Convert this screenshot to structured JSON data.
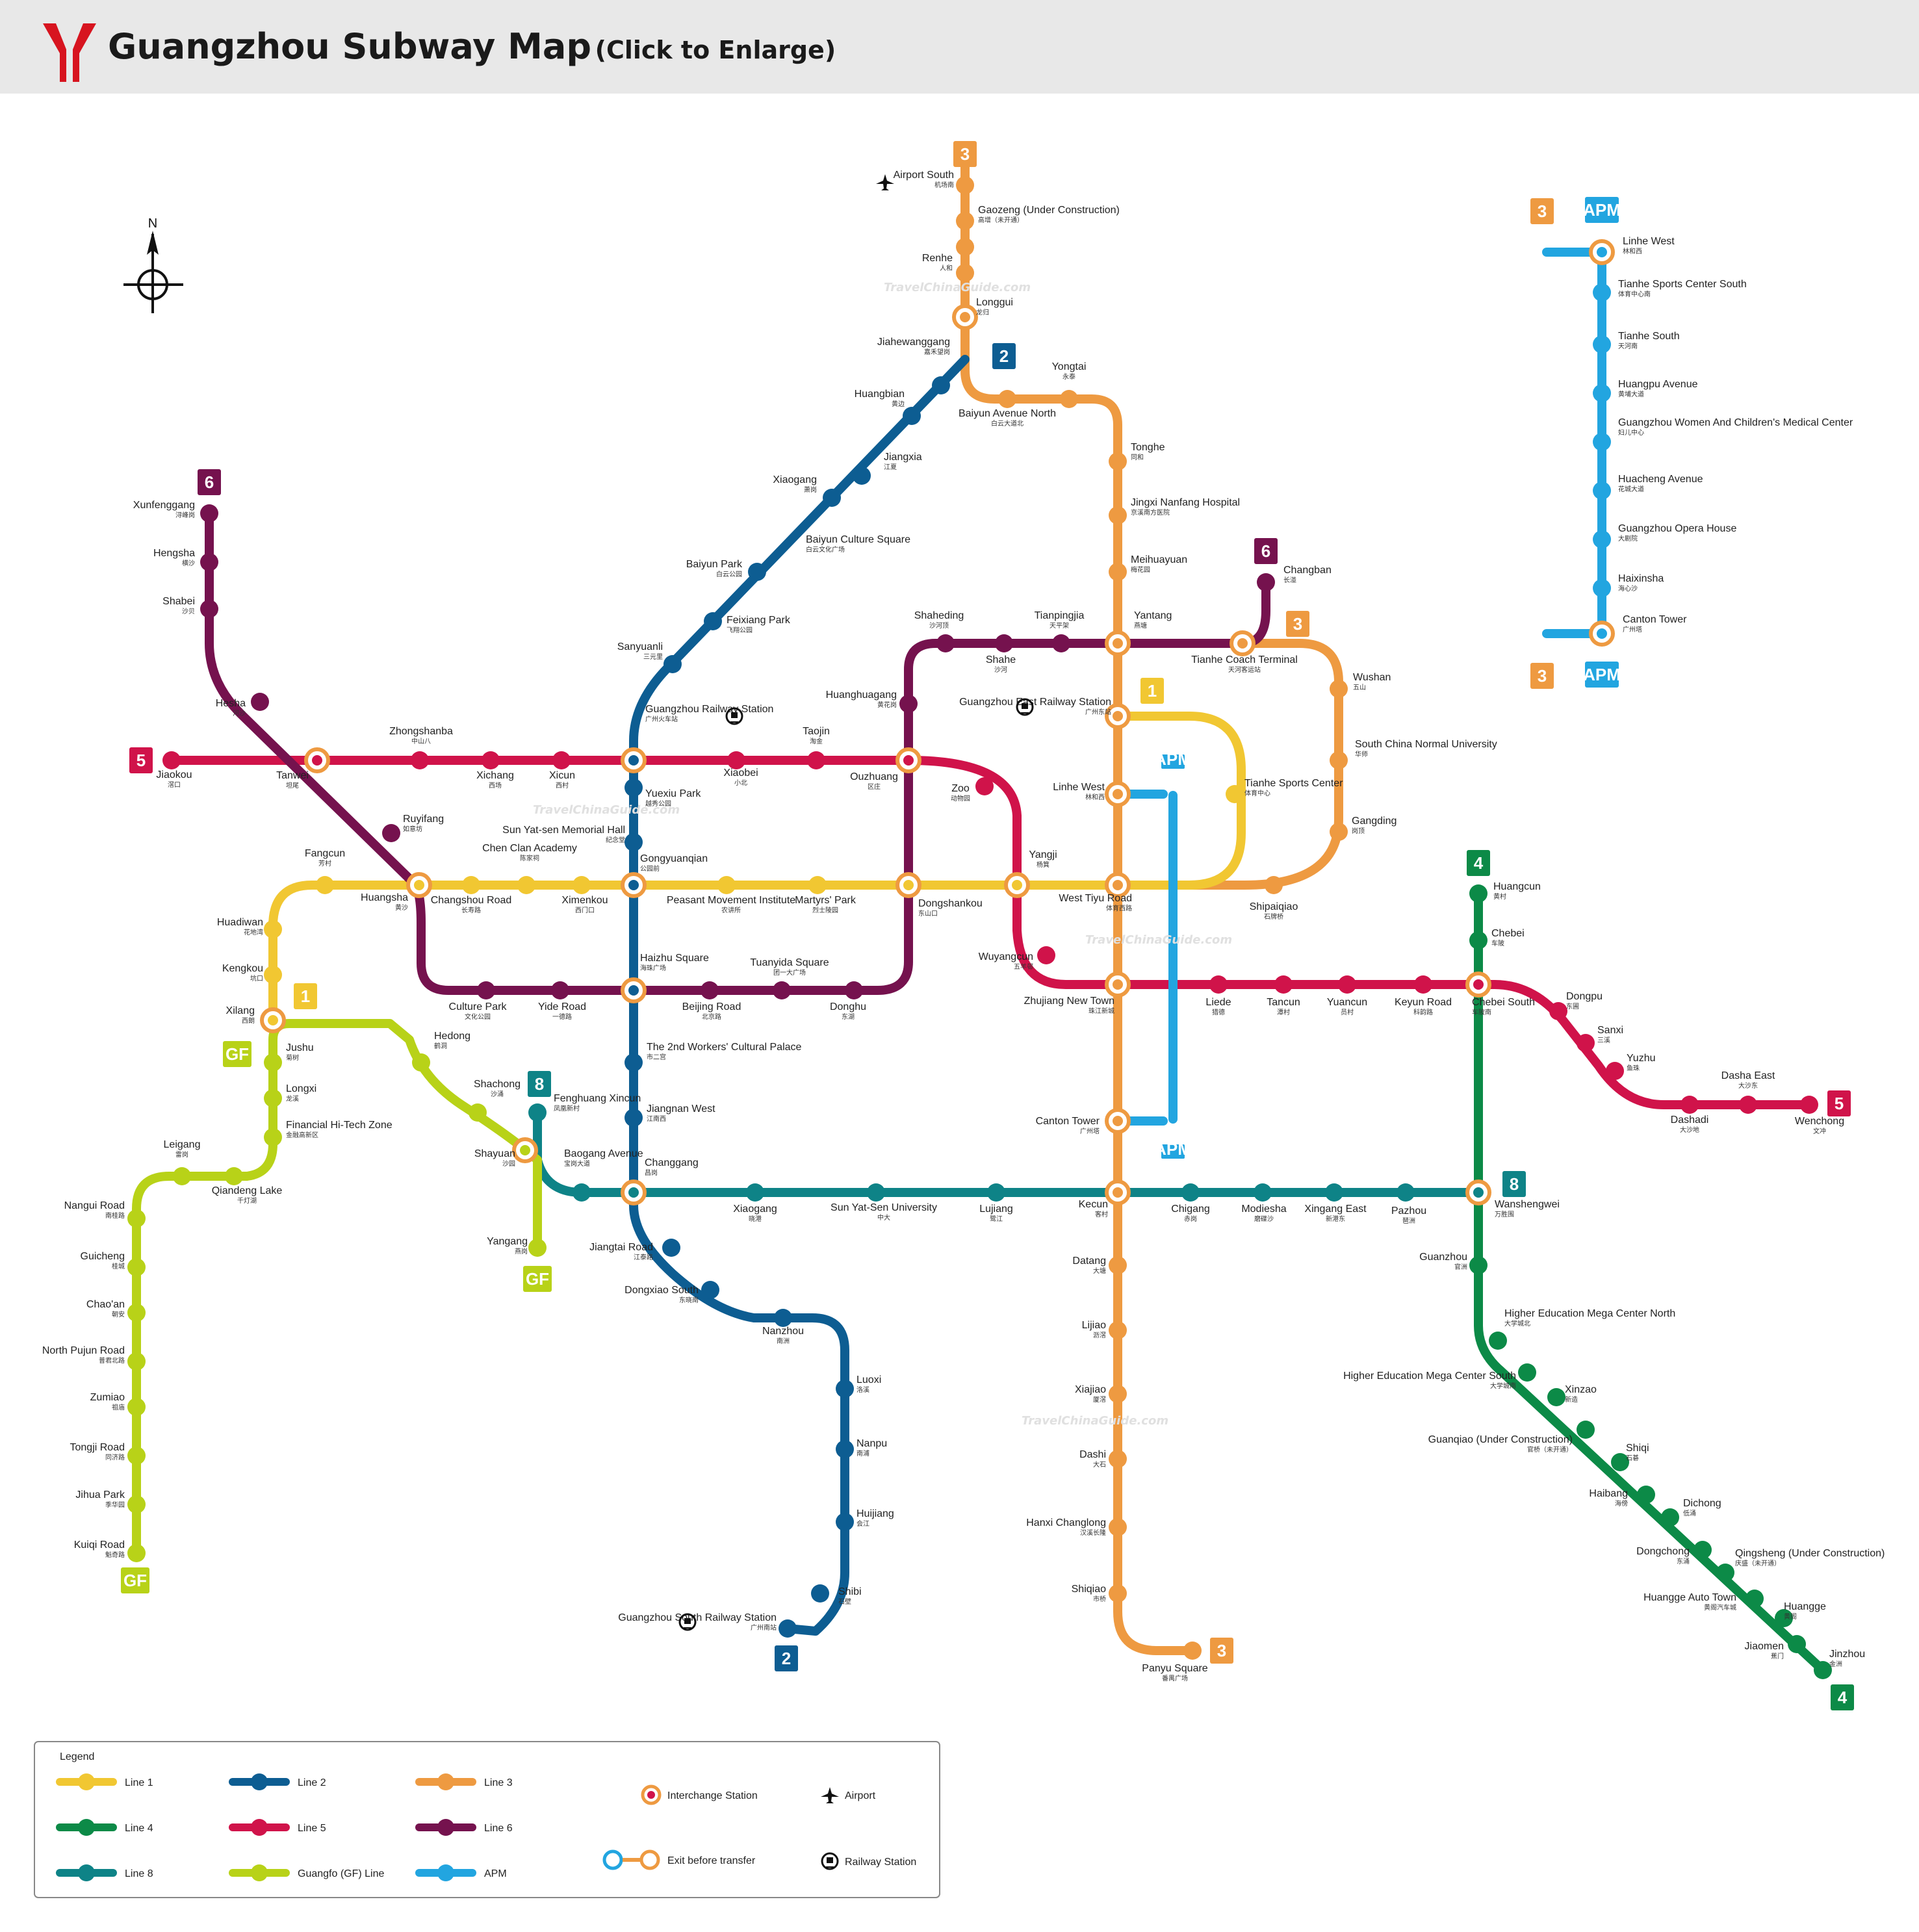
{
  "header": {
    "title": "Guangzhou Subway Map",
    "subtitle": "(Click to Enlarge)"
  },
  "colors": {
    "line1": "#f1c732",
    "line2": "#0d5d92",
    "line3": "#ee9a41",
    "line4": "#0c8a47",
    "line5": "#d0134a",
    "line6": "#75124e",
    "line8": "#0e8387",
    "gf": "#b8d218",
    "apm": "#22a5e0"
  },
  "compass": "N",
  "watermark": "TravelChinaGuide.com",
  "badges": {
    "l1": "1",
    "l2": "2",
    "l3": "3",
    "l4": "4",
    "l5": "5",
    "l6": "6",
    "l8": "8",
    "gf": "GF",
    "apm": "APM"
  },
  "stations": {
    "airport_south": [
      "Airport South",
      "机场南"
    ],
    "gaozeng": [
      "Gaozeng (Under Construction)",
      "高增（未开通）"
    ],
    "renhe": [
      "Renhe",
      "人和"
    ],
    "longgui": [
      "Longgui",
      "龙归"
    ],
    "jiahewanggang": [
      "Jiahewanggang",
      "嘉禾望岗"
    ],
    "huangbian": [
      "Huangbian",
      "黄边"
    ],
    "jiangxia": [
      "Jiangxia",
      "江夏"
    ],
    "xiaogang": [
      "Xiaogang",
      "萧岗"
    ],
    "baiyun_culture": [
      "Baiyun Culture Square",
      "白云文化广场"
    ],
    "baiyun_park": [
      "Baiyun Park",
      "白云公园"
    ],
    "feixiang": [
      "Feixiang Park",
      "飞翔公园"
    ],
    "sanyuanli": [
      "Sanyuanli",
      "三元里"
    ],
    "gz_railway": [
      "Guangzhou Railway Station",
      "广州火车站"
    ],
    "yuexiu_park": [
      "Yuexiu Park",
      "越秀公园"
    ],
    "sun_memorial": [
      "Sun Yat-sen Memorial Hall",
      "纪念堂"
    ],
    "gongyuanqian": [
      "Gongyuanqian",
      "公园前"
    ],
    "haizhu": [
      "Haizhu Square",
      "海珠广场"
    ],
    "workers": [
      "The 2nd Workers' Cultural Palace",
      "市二宫"
    ],
    "jiangnan_west": [
      "Jiangnan West",
      "江南西"
    ],
    "changgang": [
      "Changgang",
      "昌岗"
    ],
    "jiangtai": [
      "Jiangtai Road",
      "江泰路"
    ],
    "dongxiao_s": [
      "Dongxiao South",
      "东晓南"
    ],
    "nanzhou": [
      "Nanzhou",
      "南洲"
    ],
    "luoxi": [
      "Luoxi",
      "洛溪"
    ],
    "nanpu": [
      "Nanpu",
      "南浦"
    ],
    "huijiang": [
      "Huijiang",
      "会江"
    ],
    "shibi": [
      "Shibi",
      "石壁"
    ],
    "gz_south": [
      "Guangzhou South Railway Station",
      "广州南站"
    ],
    "baiyun_ave_n": [
      "Baiyun Avenue North",
      "白云大道北"
    ],
    "yongtai": [
      "Yongtai",
      "永泰"
    ],
    "tonghe": [
      "Tonghe",
      "同和"
    ],
    "jingxi": [
      "Jingxi Nanfang Hospital",
      "京溪南方医院"
    ],
    "meihuayuan": [
      "Meihuayuan",
      "梅花园"
    ],
    "yantang": [
      "Yantang",
      "燕塘"
    ],
    "gz_east": [
      "Guangzhou East Railway Station",
      "广州东站"
    ],
    "linhe_west": [
      "Linhe West",
      "林和西"
    ],
    "west_tiyu": [
      "West Tiyu Road",
      "体育西路"
    ],
    "zhujiang": [
      "Zhujiang New Town",
      "珠江新城"
    ],
    "canton_tower": [
      "Canton Tower",
      "广州塔"
    ],
    "kecun": [
      "Kecun",
      "客村"
    ],
    "datang": [
      "Datang",
      "大塘"
    ],
    "lijiao": [
      "Lijiao",
      "沥滘"
    ],
    "xiajiao": [
      "Xiajiao",
      "厦滘"
    ],
    "dashi": [
      "Dashi",
      "大石"
    ],
    "hanxi": [
      "Hanxi Changlong",
      "汉溪长隆"
    ],
    "shiqiao": [
      "Shiqiao",
      "市桥"
    ],
    "panyu": [
      "Panyu Square",
      "番禺广场"
    ],
    "tianhe_coach": [
      "Tianhe Coach Terminal",
      "天河客运站"
    ],
    "wushan": [
      "Wushan",
      "五山"
    ],
    "scnu": [
      "South China Normal University",
      "华师"
    ],
    "gangding": [
      "Gangding",
      "岗顶"
    ],
    "shipaiqiao": [
      "Shipaiqiao",
      "石牌桥"
    ],
    "tianhe_sports": [
      "Tianhe Sports Center",
      "体育中心"
    ],
    "xilang": [
      "Xilang",
      "西朗"
    ],
    "kengkou": [
      "Kengkou",
      "坑口"
    ],
    "huadiwan": [
      "Huadiwan",
      "花地湾"
    ],
    "fangcun": [
      "Fangcun",
      "芳村"
    ],
    "huangsha": [
      "Huangsha",
      "黄沙"
    ],
    "changshou": [
      "Changshou Road",
      "长寿路"
    ],
    "chenclan": [
      "Chen Clan Academy",
      "陈家祠"
    ],
    "ximenkou": [
      "Ximenkou",
      "西门口"
    ],
    "peasant": [
      "Peasant Movement Institute",
      "农讲所"
    ],
    "martyrs": [
      "Martyrs' Park",
      "烈士陵园"
    ],
    "dongshankou": [
      "Dongshankou",
      "东山口"
    ],
    "yangji": [
      "Yangji",
      "杨箕"
    ],
    "jiaokou": [
      "Jiaokou",
      "滘口"
    ],
    "tanwei": [
      "Tanwei",
      "坦尾"
    ],
    "zhongshanba": [
      "Zhongshanba",
      "中山八"
    ],
    "xichang": [
      "Xichang",
      "西场"
    ],
    "xicun": [
      "Xicun",
      "西村"
    ],
    "xiaobei": [
      "Xiaobei",
      "小北"
    ],
    "taojin": [
      "Taojin",
      "淘金"
    ],
    "ouzhuang": [
      "Ouzhuang",
      "区庄"
    ],
    "zoo": [
      "Zoo",
      "动物园"
    ],
    "wuyangcun": [
      "Wuyangcun",
      "五羊邨"
    ],
    "liede": [
      "Liede",
      "猎德"
    ],
    "tancun": [
      "Tancun",
      "潭村"
    ],
    "yuancun": [
      "Yuancun",
      "员村"
    ],
    "keyun": [
      "Keyun Road",
      "科韵路"
    ],
    "chebei_s": [
      "Chebei South",
      "车陂南"
    ],
    "dongpu": [
      "Dongpu",
      "东圃"
    ],
    "sanxi": [
      "Sanxi",
      "三溪"
    ],
    "yuzhu": [
      "Yuzhu",
      "鱼珠"
    ],
    "dashadi": [
      "Dashadi",
      "大沙地"
    ],
    "dasha_east": [
      "Dasha East",
      "大沙东"
    ],
    "wenchong": [
      "Wenchong",
      "文冲"
    ],
    "xunfenggang": [
      "Xunfenggang",
      "浔峰岗"
    ],
    "hengsha": [
      "Hengsha",
      "横沙"
    ],
    "shabei": [
      "Shabei",
      "沙贝"
    ],
    "hesha": [
      "Hesha",
      "河沙"
    ],
    "ruyifang": [
      "Ruyifang",
      "如意坊"
    ],
    "culture_park": [
      "Culture Park",
      "文化公园"
    ],
    "yide": [
      "Yide Road",
      "一德路"
    ],
    "beijing_rd": [
      "Beijing Road",
      "北京路"
    ],
    "tuanyida": [
      "Tuanyida Square",
      "团一大广场"
    ],
    "donghu": [
      "Donghu",
      "东湖"
    ],
    "huanghuagang": [
      "Huanghuagang",
      "黄花岗"
    ],
    "shaheding": [
      "Shaheding",
      "沙河顶"
    ],
    "shahe": [
      "Shahe",
      "沙河"
    ],
    "tianpingjia": [
      "Tianpingjia",
      "天平架"
    ],
    "changban": [
      "Changban",
      "长湴"
    ],
    "fenghuang": [
      "Fenghuang Xincun",
      "凤凰新村"
    ],
    "baogang": [
      "Baogang Avenue",
      "宝岗大道"
    ],
    "xiaogang8": [
      "Xiaogang",
      "晓港"
    ],
    "sysu": [
      "Sun Yat-Sen University",
      "中大"
    ],
    "lujiang": [
      "Lujiang",
      "鹭江"
    ],
    "chigang": [
      "Chigang",
      "赤岗"
    ],
    "modiesha": [
      "Modiesha",
      "磨碟沙"
    ],
    "xingang_east": [
      "Xingang East",
      "新港东"
    ],
    "pazhou": [
      "Pazhou",
      "琶洲"
    ],
    "wanshengwei": [
      "Wanshengwei",
      "万胜围"
    ],
    "huangcun": [
      "Huangcun",
      "黄村"
    ],
    "chebei": [
      "Chebei",
      "车陂"
    ],
    "guanzhou": [
      "Guanzhou",
      "官洲"
    ],
    "hemc_n": [
      "Higher Education Mega Center North",
      "大学城北"
    ],
    "hemc_s": [
      "Higher Education Mega Center South",
      "大学城南"
    ],
    "xinzao": [
      "Xinzao",
      "新造"
    ],
    "guanqiao": [
      "Guanqiao (Under Construction)",
      "官桥（未开通）"
    ],
    "shiqi": [
      "Shiqi",
      "石碁"
    ],
    "haibang": [
      "Haibang",
      "海傍"
    ],
    "dichong": [
      "Dichong",
      "低涌"
    ],
    "dongchong": [
      "Dongchong",
      "东涌"
    ],
    "qingsheng": [
      "Qingsheng (Under Construction)",
      "庆盛（未开通）"
    ],
    "huangge_auto": [
      "Huangge Auto Town",
      "黄阁汽车城"
    ],
    "huangge": [
      "Huangge",
      "黄阁"
    ],
    "jiaomen": [
      "Jiaomen",
      "蕉门"
    ],
    "jinzhou": [
      "Jinzhou",
      "金洲"
    ],
    "jushu": [
      "Jushu",
      "菊树"
    ],
    "longxi": [
      "Longxi",
      "龙溪"
    ],
    "financial": [
      "Financial Hi-Tech Zone",
      "金融高新区"
    ],
    "hedong": [
      "Hedong",
      "鹤洞"
    ],
    "shachong": [
      "Shachong",
      "沙涌"
    ],
    "shayuan": [
      "Shayuan",
      "沙园"
    ],
    "yangang": [
      "Yangang",
      "燕岗"
    ],
    "leigang": [
      "Leigang",
      "雷岗"
    ],
    "qiandeng": [
      "Qiandeng Lake",
      "千灯湖"
    ],
    "nangui": [
      "Nangui Road",
      "南桂路"
    ],
    "guicheng": [
      "Guicheng",
      "桂城"
    ],
    "chaoan": [
      "Chao'an",
      "朝安"
    ],
    "pujun": [
      "North Pujun Road",
      "普君北路"
    ],
    "zumiao": [
      "Zumiao",
      "祖庙"
    ],
    "tongji": [
      "Tongji Road",
      "同济路"
    ],
    "jihua": [
      "Jihua Park",
      "季华园"
    ],
    "kuiqi": [
      "Kuiqi Road",
      "魁奇路"
    ],
    "apm_linhe": [
      "Linhe West",
      "林和西"
    ],
    "apm_tscs": [
      "Tianhe Sports Center South",
      "体育中心南"
    ],
    "apm_tianhe_s": [
      "Tianhe South",
      "天河南"
    ],
    "apm_huangpu": [
      "Huangpu Avenue",
      "黄埔大道"
    ],
    "apm_women": [
      "Guangzhou Women And Children's Medical Center",
      "妇儿中心"
    ],
    "apm_huacheng": [
      "Huacheng Avenue",
      "花城大道"
    ],
    "apm_opera": [
      "Guangzhou Opera House",
      "大剧院"
    ],
    "apm_haixinsha": [
      "Haixinsha",
      "海心沙"
    ],
    "apm_canton": [
      "Canton Tower",
      "广州塔"
    ]
  },
  "legend": {
    "title": "Legend",
    "line1": "Line 1",
    "line2": "Line 2",
    "line3": "Line 3",
    "line4": "Line 4",
    "line5": "Line 5",
    "line6": "Line 6",
    "line8": "Line 8",
    "gf": "Guangfo (GF) Line",
    "apm": "APM",
    "interchange": "Interchange Station",
    "exit_transfer": "Exit before transfer",
    "airport": "Airport",
    "railway": "Railway Station"
  }
}
